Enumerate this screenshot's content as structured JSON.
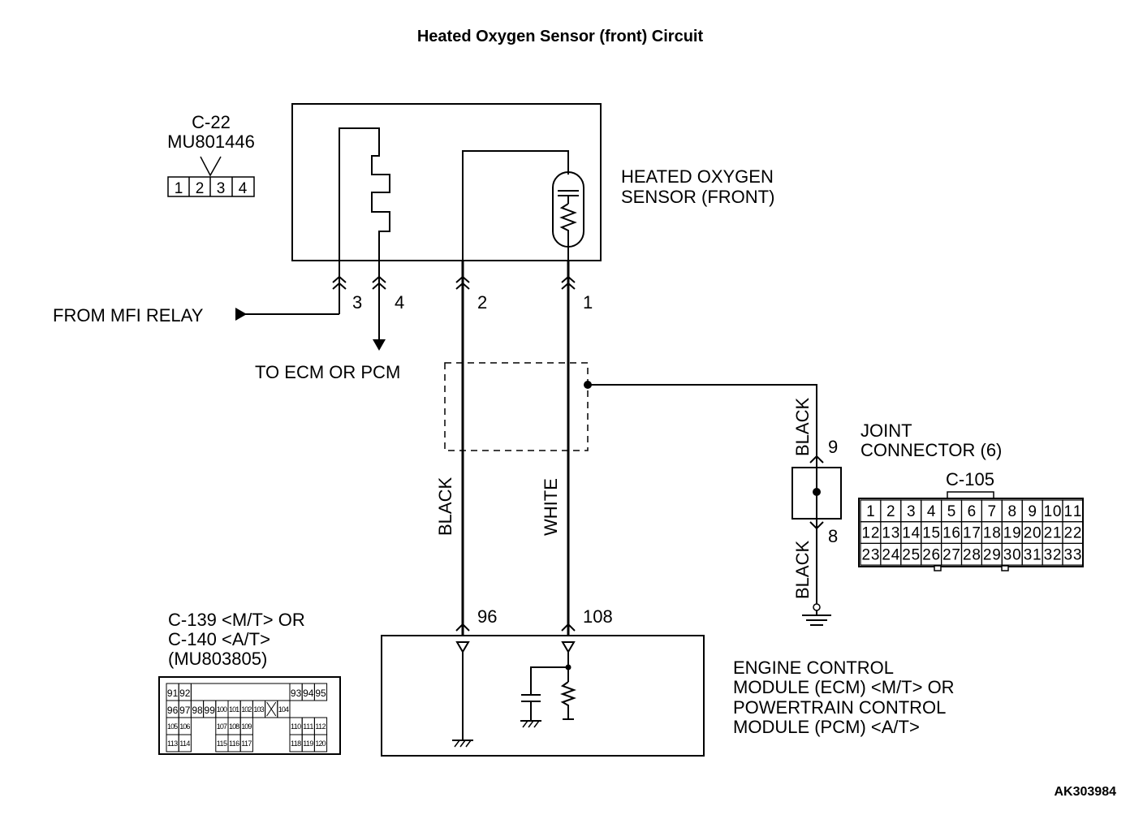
{
  "title": "Heated Oxygen Sensor (front) Circuit",
  "doc_id": "AK303984",
  "c22": {
    "name": "C-22",
    "part": "MU801446",
    "pins": [
      "1",
      "2",
      "3",
      "4"
    ]
  },
  "sensor": {
    "label_line1": "HEATED OXYGEN",
    "label_line2": "SENSOR (FRONT)"
  },
  "pins": {
    "p3": "3",
    "p4": "4",
    "p2": "2",
    "p1": "1",
    "p9": "9",
    "p8": "8",
    "p96": "96",
    "p108": "108"
  },
  "from_mfi_relay": "FROM MFI RELAY",
  "to_ecm_pcm": "TO ECM OR PCM",
  "wires": {
    "black_a": "BLACK",
    "white": "WHITE",
    "black_b": "BLACK",
    "black_c": "BLACK"
  },
  "joint": {
    "label_line1": "JOINT",
    "label_line2": "CONNECTOR (6)",
    "conn_name": "C-105",
    "rows": [
      [
        "1",
        "2",
        "3",
        "4",
        "5",
        "6",
        "7",
        "8",
        "9",
        "10",
        "11"
      ],
      [
        "12",
        "13",
        "14",
        "15",
        "16",
        "17",
        "18",
        "19",
        "20",
        "21",
        "22"
      ],
      [
        "23",
        "24",
        "25",
        "26",
        "27",
        "28",
        "29",
        "30",
        "31",
        "32",
        "33"
      ]
    ]
  },
  "ecm_conn": {
    "line1": "C-139 <M/T> OR",
    "line2": "C-140 <A/T>",
    "line3": "(MU803805)",
    "row1a": [
      "91",
      "92"
    ],
    "row1b": [
      "93",
      "94",
      "95"
    ],
    "row2": [
      "96",
      "97",
      "98",
      "99",
      "100",
      "101",
      "102",
      "103",
      "",
      "104"
    ],
    "row3a": [
      "105",
      "106"
    ],
    "row3b": [
      "107",
      "108",
      "109"
    ],
    "row3c": [
      "110",
      "111",
      "112"
    ],
    "row4a": [
      "113",
      "114"
    ],
    "row4b": [
      "115",
      "116",
      "117"
    ],
    "row4c": [
      "118",
      "119",
      "120"
    ]
  },
  "ecm": {
    "line1": "ENGINE CONTROL",
    "line2": "MODULE (ECM) <M/T> OR",
    "line3": "POWERTRAIN CONTROL",
    "line4": "MODULE (PCM) <A/T>"
  }
}
